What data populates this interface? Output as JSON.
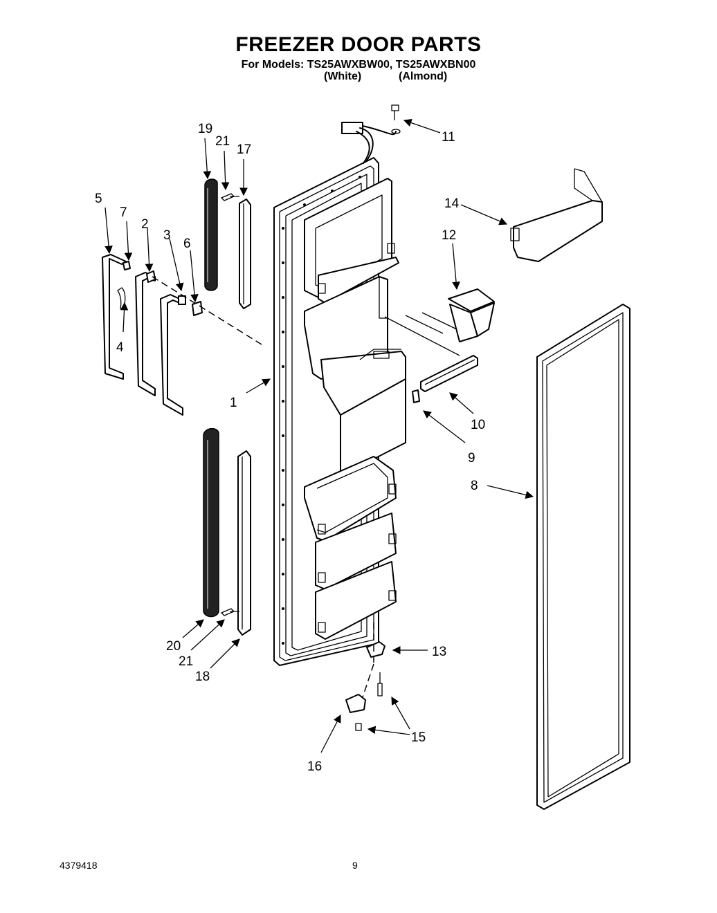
{
  "header": {
    "title": "FREEZER DOOR PARTS",
    "models": "For Models: TS25AWXBW00, TS25AWXBN00",
    "finish_white": "(White)",
    "finish_almond": "(Almond)"
  },
  "footer": {
    "doc_number": "4379418",
    "page_number": "9"
  },
  "callouts": [
    "1",
    "2",
    "3",
    "4",
    "5",
    "6",
    "7",
    "8",
    "9",
    "10",
    "11",
    "12",
    "13",
    "14",
    "15",
    "16",
    "17",
    "18",
    "19",
    "20",
    "21",
    "21"
  ]
}
